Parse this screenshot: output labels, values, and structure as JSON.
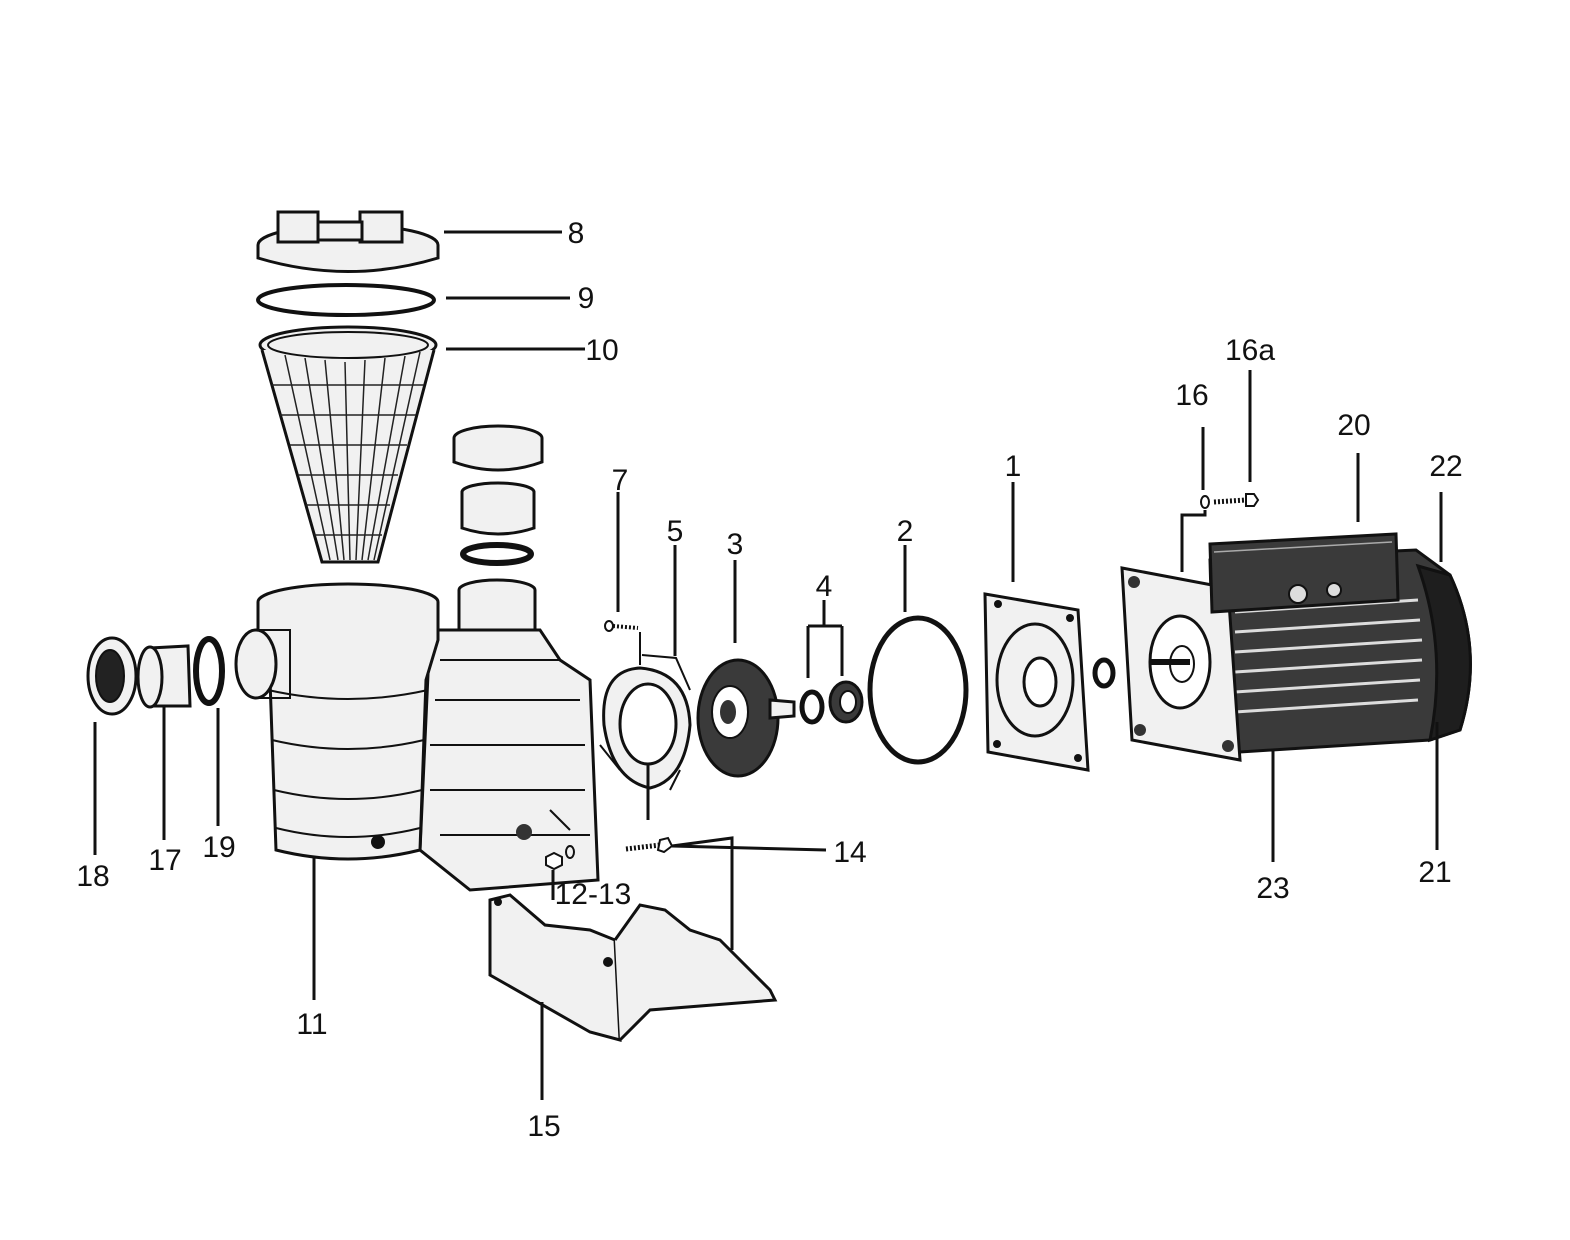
{
  "labels": {
    "l1": "1",
    "l2": "2",
    "l3": "3",
    "l4": "4",
    "l5": "5",
    "l7": "7",
    "l8": "8",
    "l9": "9",
    "l10": "10",
    "l11": "11",
    "l12_13": "12-13",
    "l14": "14",
    "l15": "15",
    "l16": "16",
    "l16a": "16a",
    "l17": "17",
    "l18": "18",
    "l19": "19",
    "l20": "20",
    "l21": "21",
    "l22": "22",
    "l23": "23"
  },
  "colors": {
    "line": "#111111",
    "part_fill": "#f1f1f1",
    "motor_dark": "#3a3a3a",
    "background": "#ffffff"
  }
}
